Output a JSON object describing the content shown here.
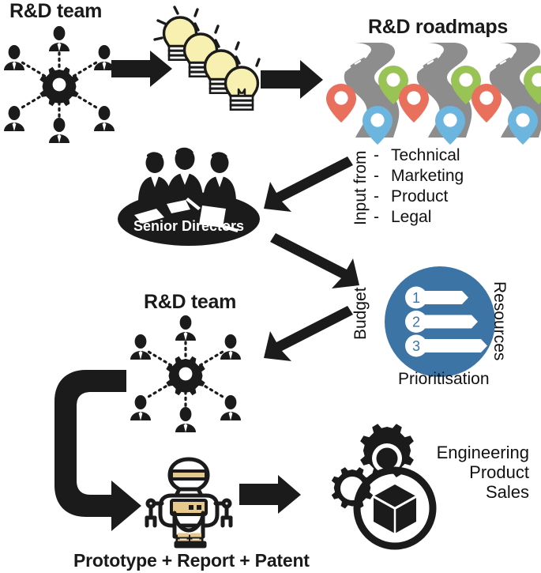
{
  "diagram": {
    "title_rd_team_top": "R&D team",
    "title_roadmaps": "R&D roadmaps",
    "title_rd_team_mid": "R&D team",
    "senior_directors_label": "Senior Directors",
    "input_from_label": "Input from",
    "input_from_items": [
      "Technical",
      "Marketing",
      "Product",
      "Legal"
    ],
    "input_bullet": "-",
    "budget_label": "Budget",
    "resources_label": "Resources",
    "prioritisation_label": "Prioritisation",
    "priority_numbers": [
      "1",
      "2",
      "3"
    ],
    "prototype_label": "Prototype + Report + Patent",
    "outcome_lines": [
      "Engineering",
      "Product",
      "Sales"
    ],
    "icons": {
      "gear": "gear-icon",
      "person": "person-icon",
      "bulb": "lightbulb-icon",
      "road": "road-icon",
      "pin": "map-pin-icon",
      "robot": "robot-icon",
      "cube": "cube-icon",
      "arrow": "arrow-icon",
      "table": "meeting-table-icon"
    },
    "colors": {
      "ink": "#1b1b1b",
      "bulb_fill": "#f7f0b0",
      "bulb_tip": "#e8c98c",
      "road_gray": "#8d8d8d",
      "pin_red": "#e8705c",
      "pin_green": "#9ac356",
      "pin_blue": "#6cb5de",
      "circle_blue": "#3d74a6",
      "robot_tan": "#e8c98c",
      "white": "#ffffff"
    }
  }
}
